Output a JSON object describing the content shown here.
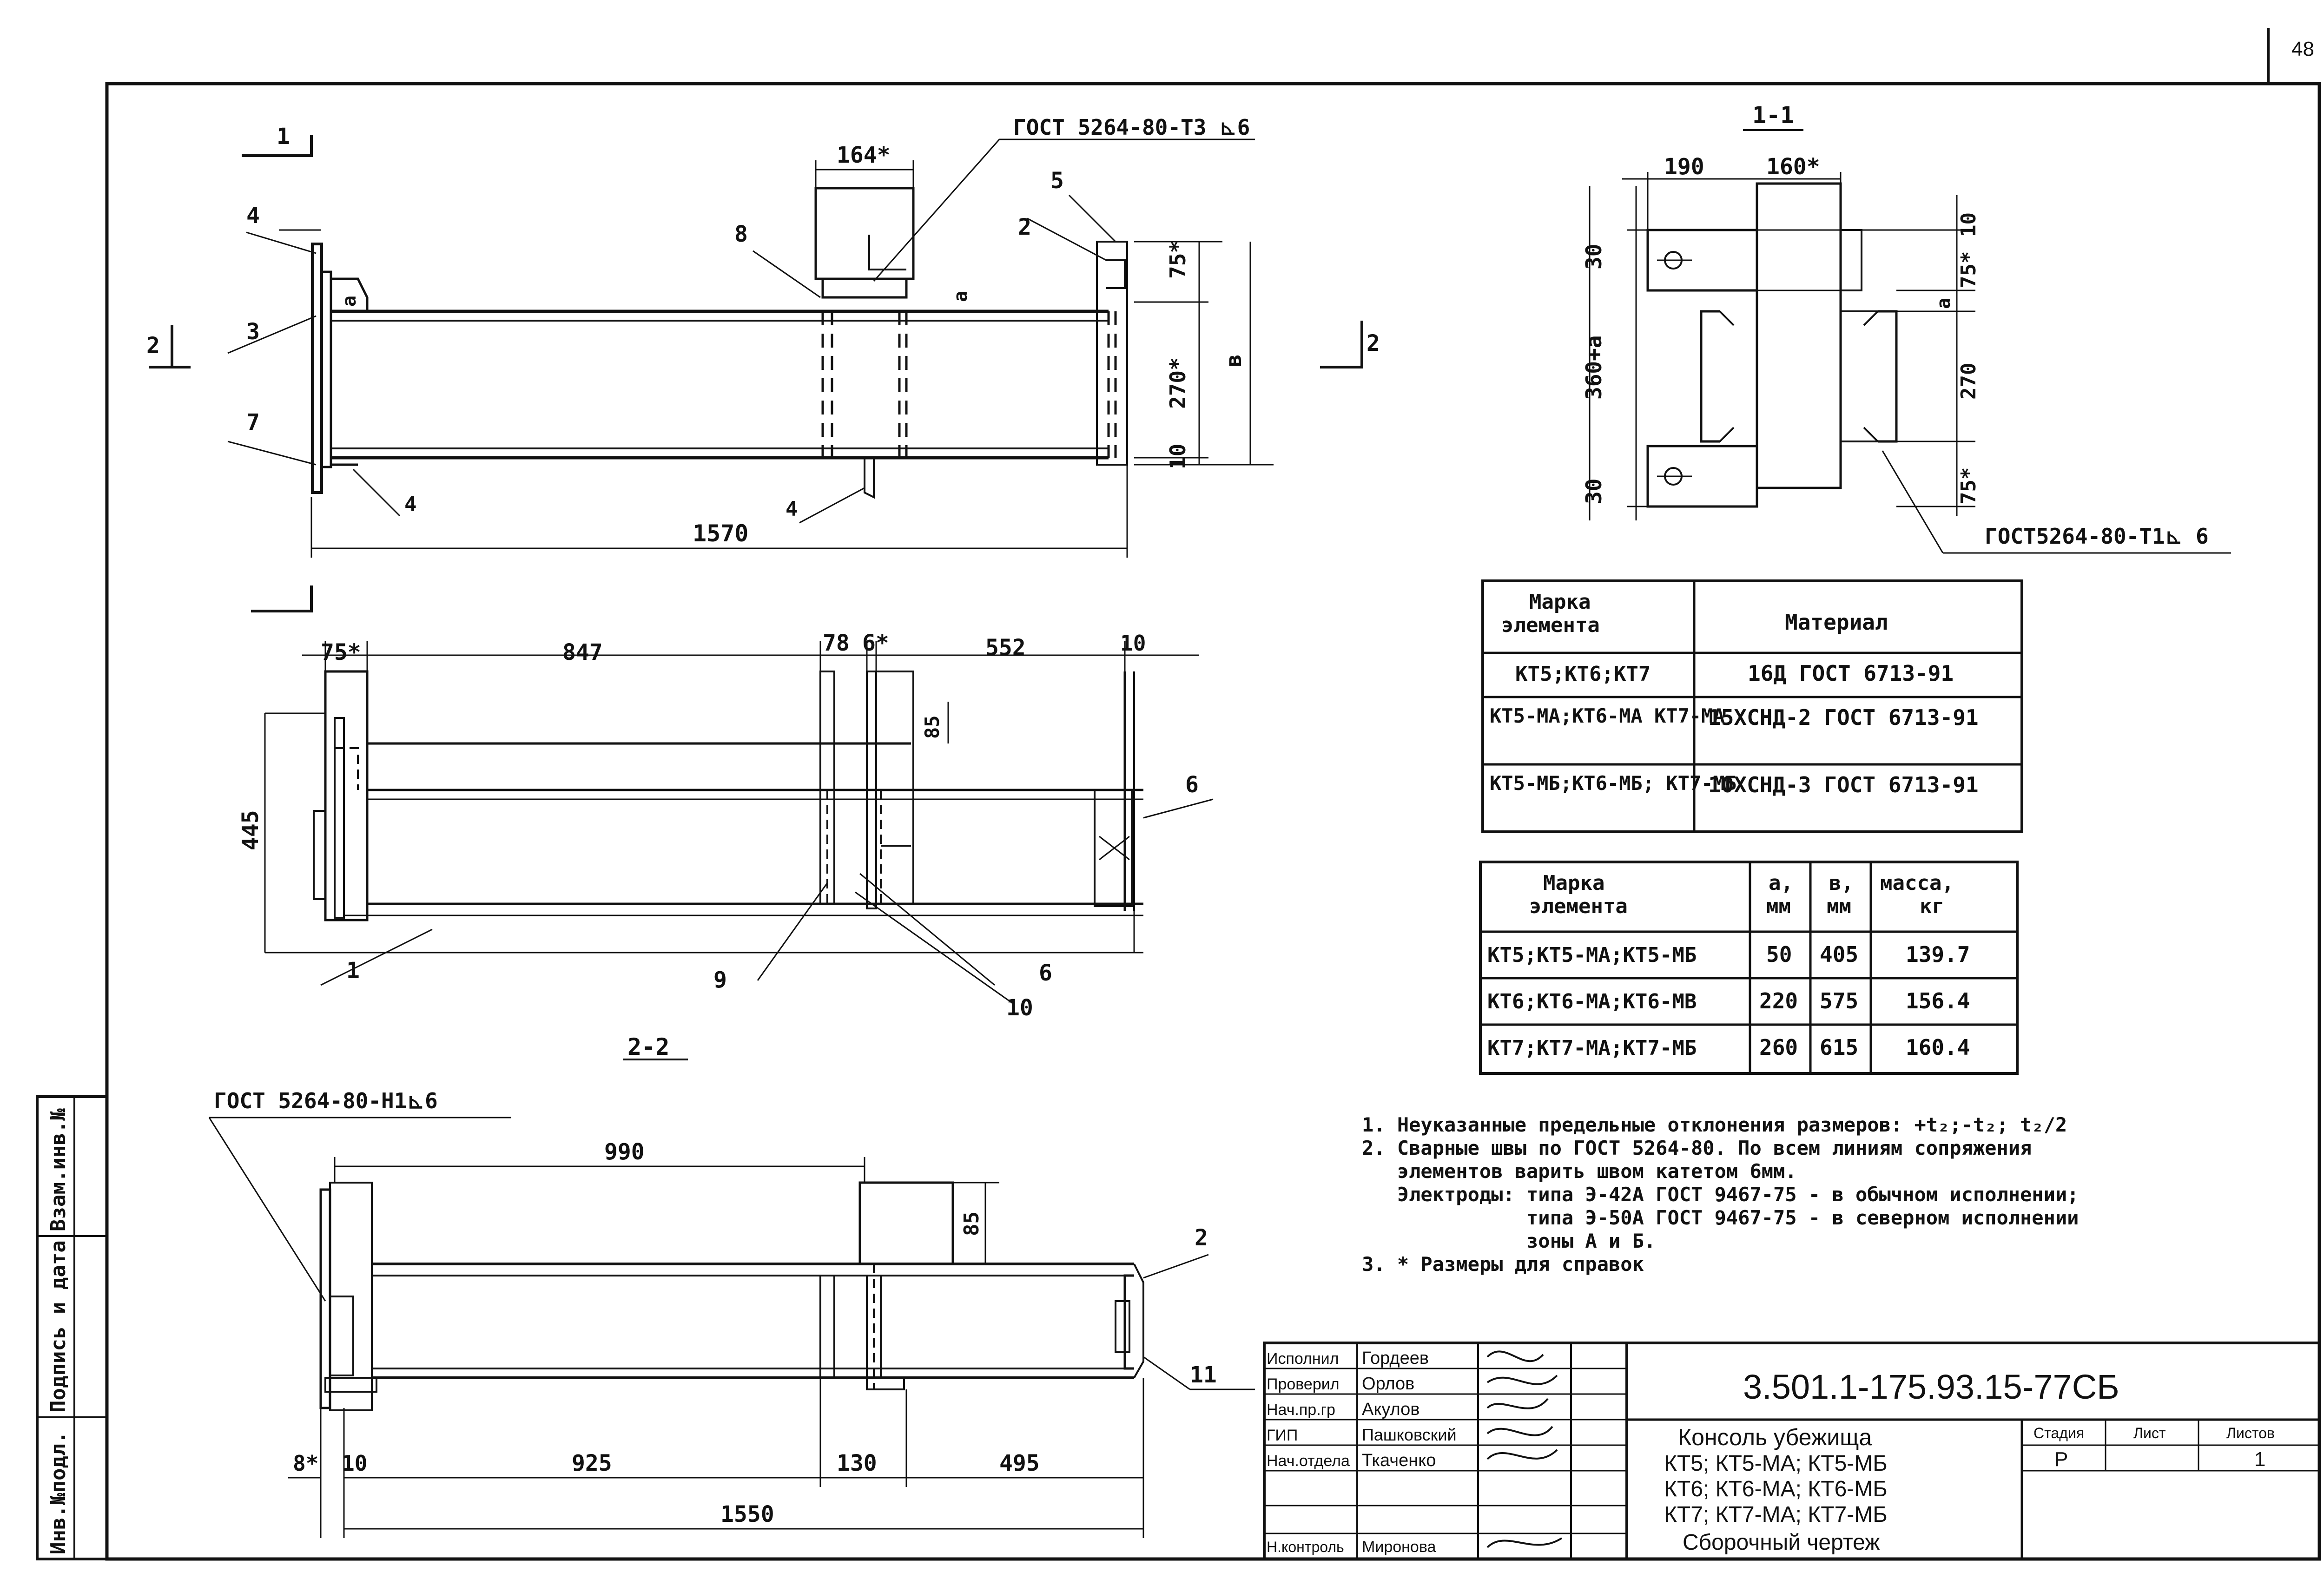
{
  "page_number": "48",
  "sections": {
    "s11": "1-1",
    "s22": "2-2",
    "cut1": "1",
    "cut2": "2"
  },
  "top_view": {
    "dims": {
      "w164": "164*",
      "d1570": "1570",
      "d75": "75*",
      "d270": "270*",
      "d10": "10",
      "dv": "в",
      "da": "a"
    },
    "weld": "ГОСТ 5264-80-Т3 ⊾6",
    "callouts": [
      "4",
      "3",
      "7",
      "8",
      "2",
      "5"
    ],
    "weld_leg": "4"
  },
  "plan_view": {
    "dims": {
      "d75": "75*",
      "d847": "847",
      "d78": "78",
      "d6": "6*",
      "d552": "552",
      "d10": "10",
      "d445": "445",
      "d85": "85"
    },
    "callouts": [
      "1",
      "9",
      "10",
      "6",
      "6"
    ]
  },
  "section_11": {
    "dims": {
      "d190": "190",
      "d160": "160*",
      "d30a": "30",
      "d360": "360+a",
      "d30b": "30",
      "d10": "10",
      "d75a": "75*",
      "da": "a",
      "d270": "270",
      "d75b": "75*"
    },
    "weld": "ГОСТ5264-80-Т1⊾ 6"
  },
  "section_22": {
    "weld": "ГОСТ 5264-80-Н1⊾6",
    "dims": {
      "d990": "990",
      "d85": "85",
      "d8": "8*",
      "d10": "10",
      "d925": "925",
      "d130": "130",
      "d495": "495",
      "d1550": "1550"
    },
    "callouts": [
      "2",
      "11"
    ]
  },
  "material_table": {
    "headers": [
      "Марка элемента",
      "Материал"
    ],
    "rows": [
      [
        "КТ5;КТ6;КТ7",
        "16Д ГОСТ 6713-91"
      ],
      [
        "КТ5-МА;КТ6-МА КТ7-МА",
        "15ХСНД-2 ГОСТ 6713-91"
      ],
      [
        "КТ5-МБ;КТ6-МБ; КТ7-МБ",
        "10ХСНД-3 ГОСТ 6713-91"
      ]
    ]
  },
  "mass_table": {
    "headers": [
      "Марка элемента",
      "а, мм",
      "в, мм",
      "масса, кг"
    ],
    "rows": [
      [
        "КТ5;КТ5-МА;КТ5-МБ",
        "50",
        "405",
        "139.7"
      ],
      [
        "КТ6;КТ6-МА;КТ6-МВ",
        "220",
        "575",
        "156.4"
      ],
      [
        "КТ7;КТ7-МА;КТ7-МБ",
        "260",
        "615",
        "160.4"
      ]
    ]
  },
  "notes": [
    "1. Неуказанные предельные отклонения размеров: +t₂;-t₂; t₂/2",
    "2. Сварные швы по ГОСТ 5264-80. По всем линиям сопряжения",
    "   элементов варить швом катетом 6мм.",
    "   Электроды: типа Э-42А ГОСТ 9467-75 - в обычном исполнении;",
    "              типа Э-50А ГОСТ 9467-75 - в северном исполнении",
    "              зоны А и Б.",
    "3. * Размеры для справок"
  ],
  "side_stamp": [
    "Инв.№подл.",
    "Подпись и дата",
    "Взам.инв.№"
  ],
  "title_block": {
    "roles": [
      "Исполнил",
      "Проверил",
      "Нач.пр.гр",
      "ГИП",
      "Нач.отдела",
      "",
      "Н.контроль"
    ],
    "names": [
      "Гордеев",
      "Орлов",
      "Акулов",
      "Пашковский",
      "Ткаченко",
      "",
      "Миронова"
    ],
    "code": "3.501.1-175.93.15-77СБ",
    "title_lines": [
      "Консоль убежища",
      "КТ5; КТ5-МА; КТ5-МБ",
      "КТ6; КТ6-МА; КТ6-МБ",
      "КТ7; КТ7-МА; КТ7-МБ",
      "Сборочный чертеж"
    ],
    "stage_headers": [
      "Стадия",
      "Лист",
      "Листов"
    ],
    "stage_values": [
      "Р",
      "",
      "1"
    ]
  }
}
